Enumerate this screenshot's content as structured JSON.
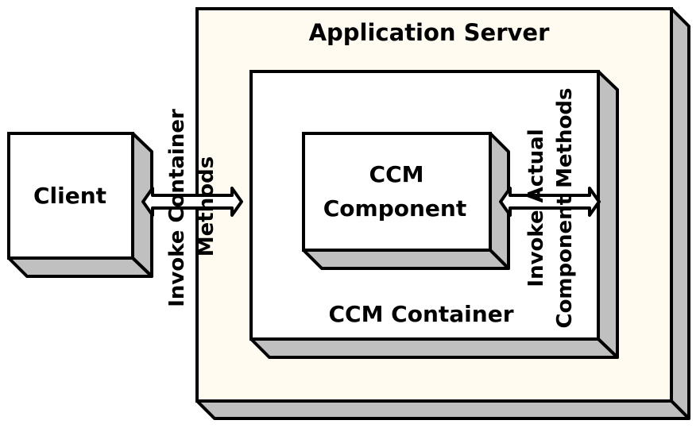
{
  "colors": {
    "server_fill": "#fffbf0",
    "box_fill": "#ffffff",
    "depth_fill": "#c0c0c0",
    "outline": "#000000"
  },
  "nodes": {
    "application_server": "Application Server",
    "ccm_container": "CCM Container",
    "ccm_component_line1": "CCM",
    "ccm_component_line2": "Component",
    "client": "Client"
  },
  "edges": {
    "client_to_container": {
      "line1": "Invoke Container",
      "line2": "Methods",
      "direction": "bidirectional"
    },
    "container_to_component": {
      "line1": "Invoke Actual",
      "line2": "Component Methods",
      "direction": "bidirectional"
    }
  }
}
